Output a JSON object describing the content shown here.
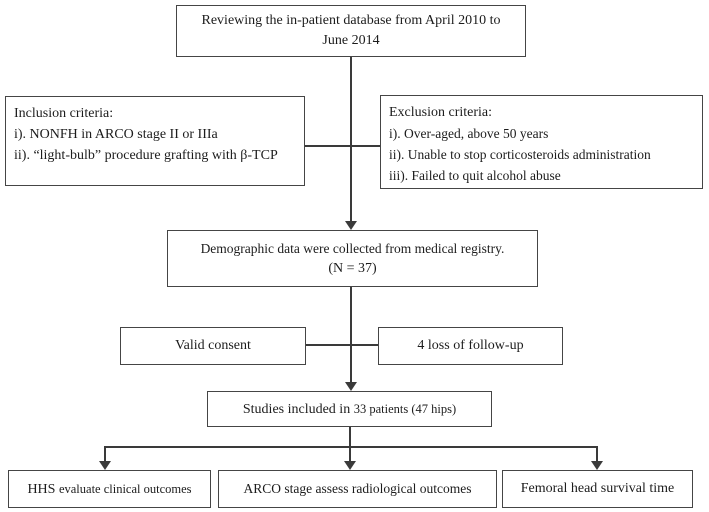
{
  "figure": {
    "background": "#ffffff",
    "line_color": "#3a3a3a",
    "border_color": "#454545",
    "text_color": "#1c1c1c",
    "nodes": {
      "review": {
        "line1": "Reviewing the in-patient database from April 2010 to",
        "line2": "June 2014"
      },
      "inclusion": {
        "title": "Inclusion criteria:",
        "item1": "i). NONFH in ARCO stage II or IIIa",
        "item2": "ii). “light-bulb” procedure grafting with β-TCP"
      },
      "exclusion": {
        "title": "Exclusion criteria:",
        "item1": "i). Over-aged, above 50 years",
        "item2": "ii). Unable to stop corticosteroids administration",
        "item3": "iii). Failed to quit alcohol abuse"
      },
      "demographic": {
        "line1": "Demographic data were collected from medical registry.",
        "line2": "(N = 37)"
      },
      "valid_consent": {
        "text": "Valid consent"
      },
      "loss_followup": {
        "text": "4 loss of follow-up"
      },
      "studies": {
        "part1": "Studies included in",
        "part2": "33 patients (47 hips)"
      },
      "outcome_hhs": {
        "part1": "HHS",
        "part2": "evaluate clinical outcomes"
      },
      "outcome_arco": {
        "text": "ARCO stage assess radiological outcomes"
      },
      "outcome_femoral": {
        "text": "Femoral head survival time"
      }
    }
  }
}
